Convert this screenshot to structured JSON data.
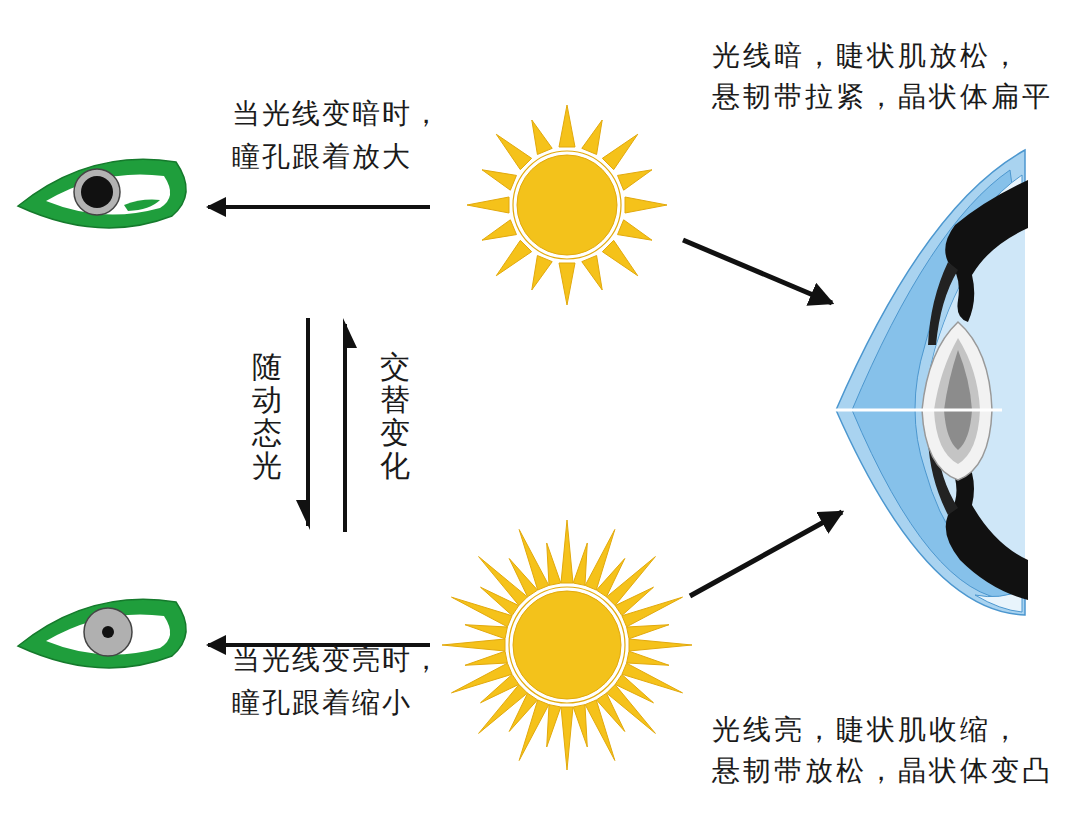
{
  "diagram": {
    "labels": [
      "光线暗，睫状肌放松， 悬韧带拉紧，晶状体扁平",
      "当光线变暗时， 瞳孔跟着放大",
      "随动态光",
      "交替变化",
      "当光线变亮时， 瞳孔跟着缩小",
      "光线亮，睫状肌收缩， 悬韧带放松，晶状体变凸"
    ]
  }
}
